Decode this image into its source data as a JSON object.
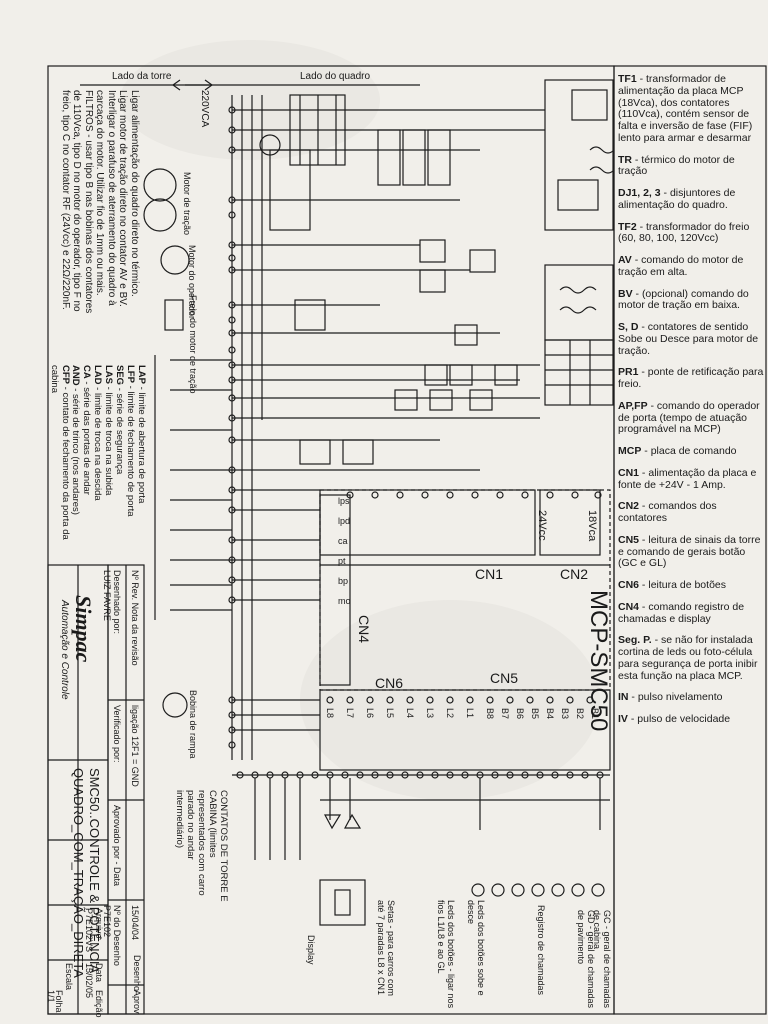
{
  "top_labels": {
    "tower_side": "Lado da torre",
    "panel_side": "Lado do quadro"
  },
  "voltage": "220VCA",
  "left_notes": [
    "Ligar alimentação do quadro direto no térmico.",
    "Ligar motor de tração direto no contator AV e BV.",
    "Interligar o parafuso de aterramento do quadro à",
    "carcaça do motor. Utilizar fio de 1mm ou mais.",
    "FILTROS - usar tipo B nas bobinas dos contatores",
    "de 110Vca, tipo D no motor do operador, tipo F no",
    "freio, tipo C no contator RF (24Vcc) e 22Ω/220nF."
  ],
  "left_legend": [
    {
      "code": "LAP",
      "text": "limite de abertura de porta"
    },
    {
      "code": "LFP",
      "text": "limite de fechamento de porta"
    },
    {
      "code": "SEG",
      "text": "série de segurança"
    },
    {
      "code": "LAS",
      "text": "limite de troca na subida"
    },
    {
      "code": "LAD",
      "text": "limite de troca na descida"
    },
    {
      "code": "CA",
      "text": "série das portas de andar"
    },
    {
      "code": "AND",
      "text": "série de trinco (nos andares)"
    },
    {
      "code": "CFP",
      "text": "contato de fechamento da porta da cabina"
    }
  ],
  "motor_labels": {
    "traction": "Motor de tração",
    "operator": "Motor do operador",
    "brake": "Freio do motor de tração",
    "ramp": "Bobina de rampa"
  },
  "connectors": {
    "cn1": "CN1",
    "cn2": "CN2",
    "cn4": "CN4",
    "cn5": "CN5",
    "cn6": "CN6",
    "board": "MCP-SMC50",
    "v24": "24Vcc",
    "v18": "18Vca"
  },
  "cn6_pins": [
    "L8",
    "L7",
    "L6",
    "L5",
    "L4",
    "L3",
    "L2",
    "L1"
  ],
  "cn5_pins": [
    "B8",
    "B7",
    "B6",
    "B5",
    "B4",
    "B3",
    "B2",
    "B1"
  ],
  "cn4_pins": [
    "lps",
    "lpd",
    "ca",
    "pt",
    "bp",
    "mo"
  ],
  "right_legend": [
    {
      "code": "TF1",
      "text": "transformador de alimentação da placa MCP (18Vca), dos contatores (110Vca), contém sensor de falta e inversão de fase (FIF) lento para armar e desarmar"
    },
    {
      "code": "TR",
      "text": "térmico do motor de tração"
    },
    {
      "code": "DJ1, 2, 3",
      "text": "disjuntores de alimentação do quadro."
    },
    {
      "code": "TF2",
      "text": "transformador do freio (60, 80, 100, 120Vcc)"
    },
    {
      "code": "AV",
      "text": "comando do motor de tração em alta."
    },
    {
      "code": "BV",
      "text": "(opcional) comando do motor de tração em baixa."
    },
    {
      "code": "S, D",
      "text": "contatores de sentido Sobe ou Desce para motor de tração."
    },
    {
      "code": "PR1",
      "text": "ponte de retificação para freio."
    },
    {
      "code": "AP,FP",
      "text": "comando do operador de porta (tempo de atuação programável na MCP)"
    },
    {
      "code": "MCP",
      "text": "placa de comando"
    },
    {
      "code": "CN1",
      "text": "alimentação da placa e fonte de +24V - 1 Amp."
    },
    {
      "code": "CN2",
      "text": "comandos dos contatores"
    },
    {
      "code": "CN5",
      "text": "leitura de sinais da torre e comando de gerais botão (GC e GL)"
    },
    {
      "code": "CN6",
      "text": "leitura de botões"
    },
    {
      "code": "CN4",
      "text": "comando registro de chamadas e display"
    },
    {
      "code": "Seg. P.",
      "text": "se não for instalada cortina de leds ou foto-célula para segurança de porta inibir esta função na placa MCP."
    },
    {
      "code": "IN",
      "text": "pulso nivelamento"
    },
    {
      "code": "IV",
      "text": "pulso de velocidade"
    }
  ],
  "bottom_notes": [
    "GC - geral de chamadas de cabina",
    "GD - geral de chamadas de pavimento",
    "Display",
    "Leds dos botões - ligar nos fios L1/L8 e ao GL",
    "Setas - para carros com até 7 paradas L8 x CN1",
    "Leds dos botões sobe e desce",
    "Registro de chamadas"
  ],
  "tower_contacts_note": "CONTATOS DE TORRE E CABINA (limites representados com carro parado no andar intermediário)",
  "title_block": {
    "company": "Simpac",
    "company_sub": "Automação e Controle",
    "title_line1": "SMC50..CONTROLE & POTÊNCIA",
    "title_line2": "QUADRO_COM_TRAÇÃO_DIRETA",
    "designer_label": "Desenhado por:",
    "designer": "LUIZ FAVRE",
    "checked_label": "Verificado por:",
    "approved_label": "Aprovado por - Data",
    "drawing_no_label": "Nº do Desenho",
    "drawing_no": "P7E102",
    "file_label": "Arquivo",
    "file": "P7E102VS",
    "date_label": "Data",
    "date": "15/02/05",
    "scale_label": "Escala",
    "sheet_label": "Folha",
    "sheet": "1/1",
    "edition_label": "Edição",
    "rev_label": "Nº Rev.",
    "rev_note": "Nota da revisão",
    "rev_text": "ligação 12F1 = GND",
    "designer2_label": "Desenho",
    "approver_label": "Aprov.",
    "rev_date": "15/04/04"
  },
  "colors": {
    "ink": "#1a1a1a",
    "paper": "#f1efea"
  }
}
